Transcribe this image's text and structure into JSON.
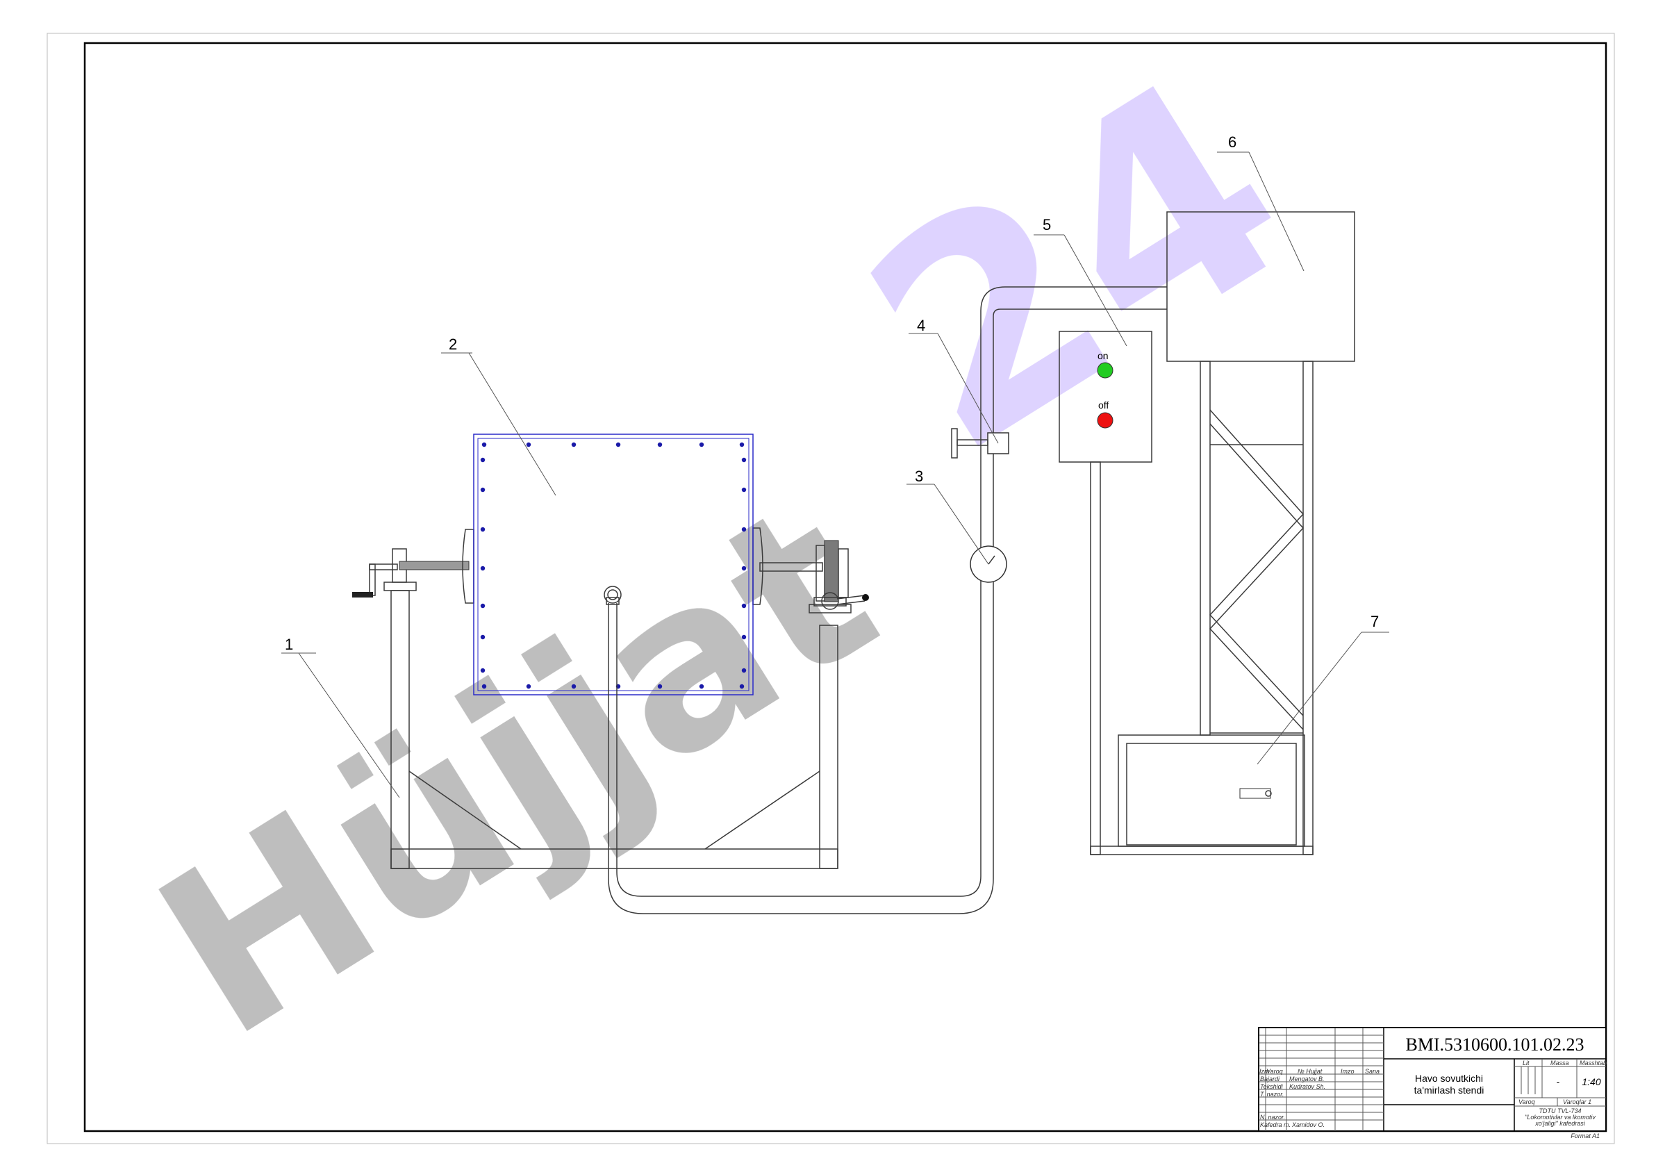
{
  "drawing": {
    "callouts": [
      "1",
      "2",
      "3",
      "4",
      "5",
      "6",
      "7"
    ],
    "control_panel": {
      "on_label": "on",
      "off_label": "off",
      "on_color": "#22cc22",
      "off_color": "#ee1111"
    },
    "bolt_color": "#1a1aa8"
  },
  "watermark": {
    "text_a": "Hüjjat",
    "text_b": "24",
    "color_a": "#b3b3b3",
    "color_b": "#d9ccff"
  },
  "title_block": {
    "code": "BMI.5310600.101.02.23",
    "title_line1": "Havo sovutkichi",
    "title_line2": "ta'mirlash stendi",
    "headers": {
      "izm": "Izm",
      "varoq": "Varoq",
      "hujjat": "№ Hujjat",
      "imzo": "Imzo",
      "sana": "Sana"
    },
    "roles": [
      "Bajardi",
      "Tekshidi",
      "T. nazor.",
      "N. nazor.",
      "Kafedra m."
    ],
    "names": [
      "Mengatov B.",
      "Kudratov Sh.",
      "Xamidov O."
    ],
    "lit": "Lit",
    "massa": "Massa",
    "masshtab": "Masshtab",
    "massa_value": "-",
    "scale": "1:40",
    "varoq_label": "Varoq",
    "varoqlar_label": "Varoqlar 1",
    "org_line1": "TDTU TVL-734",
    "org_line2": "\"Lokomotivlar va lkomotiv",
    "org_line3": "xo'jaligi\" kafedrasi",
    "format": "Format A1"
  }
}
